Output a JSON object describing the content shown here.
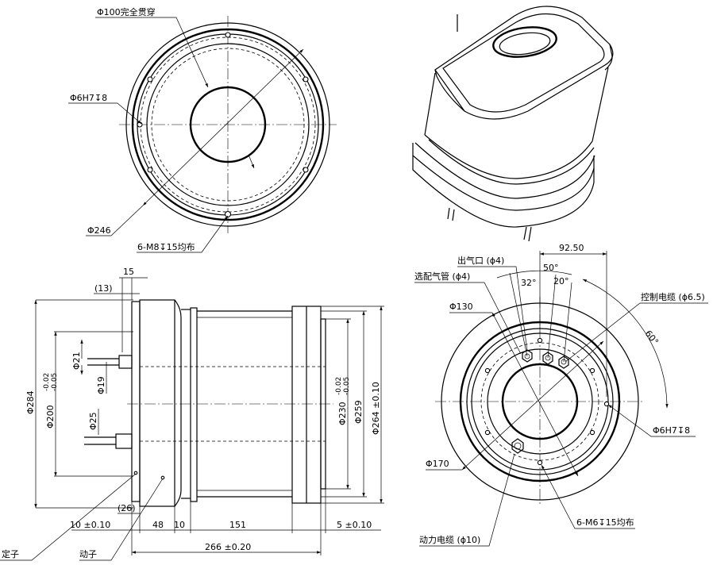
{
  "front_view": {
    "bore_note": "Φ100完全贯穿",
    "pin_hole_note": "Φ6H7↧8",
    "outer_dia": "Φ246",
    "mount_holes": "6-M8↧15均布"
  },
  "side_view": {
    "dim_15": "15",
    "dim_13": "(13)",
    "dim_21": "Φ21",
    "dim_19": "Φ19",
    "dim_25": "Φ25",
    "dim_284": "Φ284",
    "dim_200": "Φ200",
    "tol_200_upper": "-0.02",
    "tol_200_lower": "-0.05",
    "dim_230": "Φ230",
    "tol_230_upper": "-0.02",
    "tol_230_lower": "-0.05",
    "dim_259": "Φ259",
    "dim_264": "Φ264 ±0.10",
    "dim_26": "(26)",
    "dim_10_left": "10 ±0.10",
    "dim_48": "48",
    "dim_10_mid": "10",
    "dim_151": "151",
    "dim_5": "5 ±0.10",
    "dim_266": "266 ±0.20",
    "stator_label": "定子",
    "rotor_label": "动子"
  },
  "rear_view": {
    "dim_92_50": "92.50",
    "outlet": "出气口 (ϕ4)",
    "optional_air": "选配气管 (ϕ4)",
    "angle_50": "50°",
    "angle_32": "32°",
    "angle_20": "20°",
    "angle_60": "60°",
    "control_cable": "控制电缆 (ϕ6.5)",
    "dia_130": "Φ130",
    "pin_hole": "Φ6H7↧8",
    "dia_170": "Φ170",
    "mount_holes": "6-M6↧15均布",
    "power_cable": "动力电缆 (ϕ10)"
  }
}
